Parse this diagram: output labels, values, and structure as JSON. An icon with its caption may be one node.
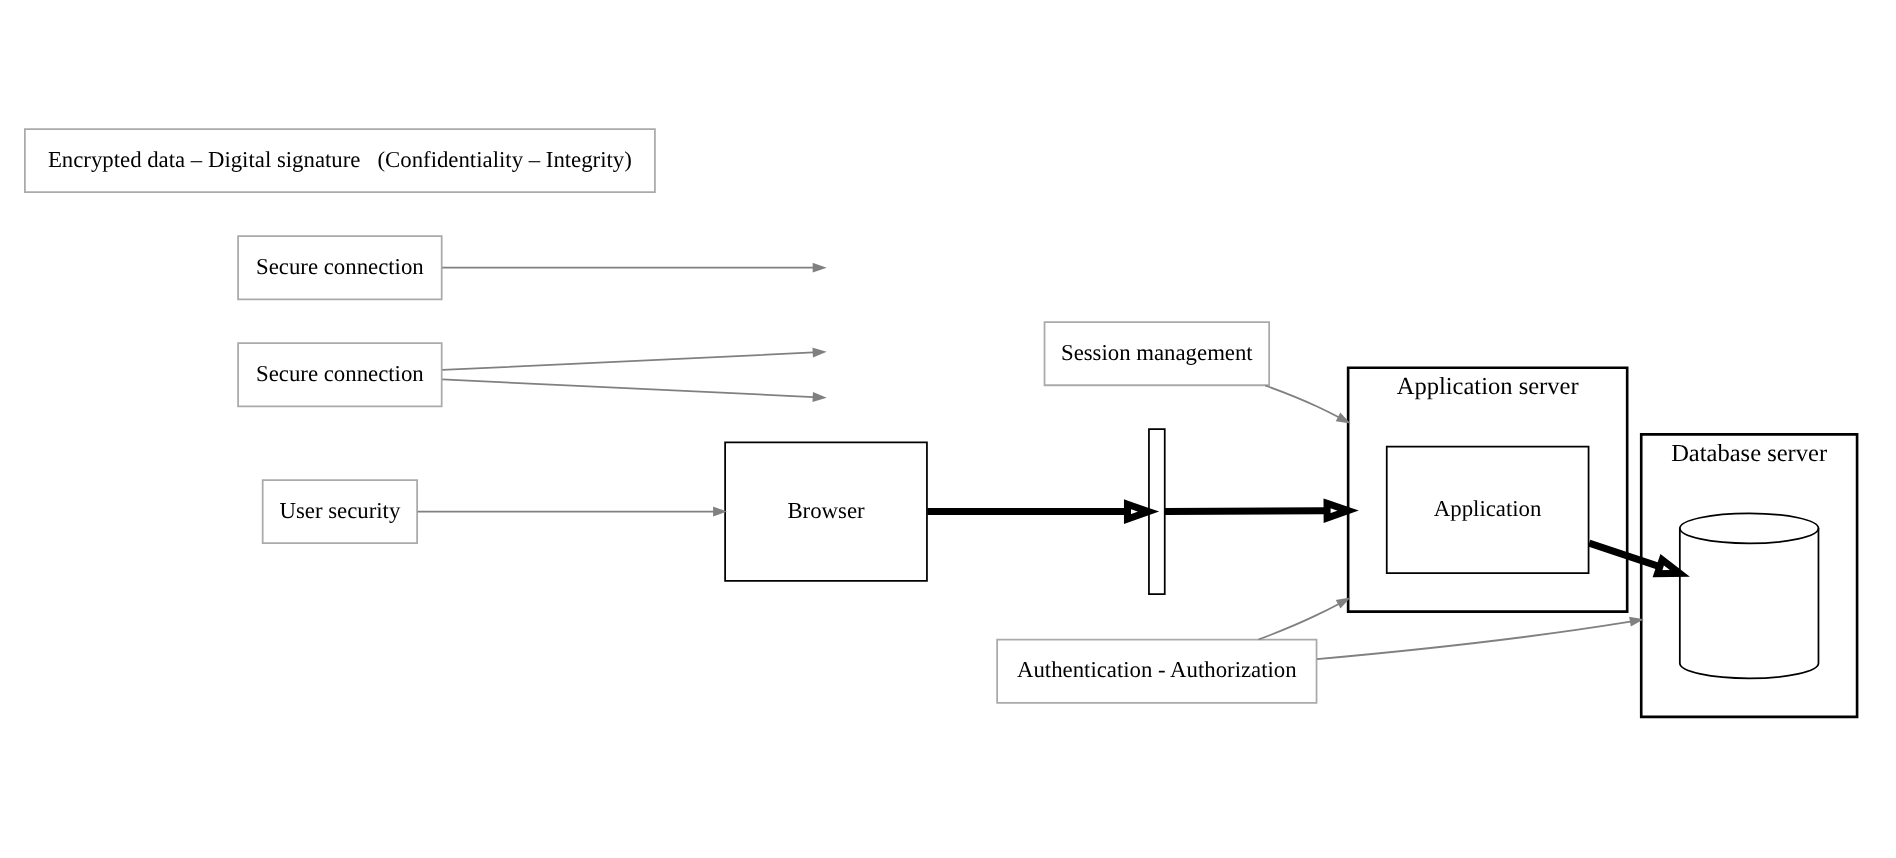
{
  "diagram": {
    "nodes": [
      {
        "text": [
          "Browser"
        ]
      },
      {
        "text": [],
        "shape": "bar"
      },
      {
        "text": [
          "Application server"
        ]
      },
      {
        "text": [
          "Application"
        ],
        "in": 2
      },
      {
        "text": [
          "Database server"
        ]
      },
      {
        "text": [],
        "shape": "cylinder",
        "in": 4
      },
      {
        "text": [
          "User security"
        ]
      },
      {
        "text": [
          "Secure connection"
        ]
      },
      {
        "text": [
          "Secure connection"
        ]
      },
      {
        "text": [
          "Session management"
        ]
      },
      {
        "text": [
          "Authentication - Authorization"
        ]
      },
      {
        "text": [
          "Encrypted data – Digital signature   (Confidentiality – Integrity)"
        ]
      }
    ],
    "edges": [
      {
        "from": 0,
        "to": 1,
        "arrow": "to",
        "style": "thick",
        "color": "#000000"
      },
      {
        "from": 1,
        "to": 2,
        "arrow": "to",
        "style": "thick",
        "color": "#000000"
      },
      {
        "from": 3,
        "to": 5,
        "arrow": "to",
        "style": "thick",
        "color": "#000000"
      },
      {
        "from": 6,
        "to": 0,
        "arrow": "to"
      },
      {
        "from": 7,
        "to": null,
        "arrow": "to"
      },
      {
        "from": 7,
        "to": null,
        "arrow": "to"
      },
      {
        "from": 8,
        "to": null,
        "arrow": "to"
      },
      {
        "from": 9,
        "to": 2,
        "arrow": "to"
      },
      {
        "from": 10,
        "to": 2,
        "arrow": "to"
      },
      {
        "from": 10,
        "to": 4,
        "arrow": "to"
      }
    ]
  }
}
